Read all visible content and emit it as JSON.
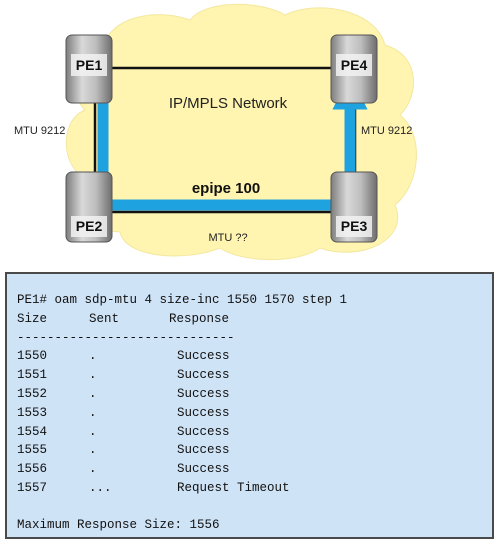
{
  "diagram": {
    "routers": {
      "pe1": "PE1",
      "pe2": "PE2",
      "pe3": "PE3",
      "pe4": "PE4"
    },
    "network_label": "IP/MPLS Network",
    "mtu_left": "MTU 9212",
    "mtu_right": "MTU 9212",
    "mtu_bottom": "MTU ??",
    "service_label": "epipe 100",
    "colors": {
      "cloud": "#fff4b0",
      "service_path": "#1fa3e0",
      "console_bg": "#cfe3f6"
    }
  },
  "console": {
    "command": "PE1# oam sdp-mtu 4 size-inc 1550 1570 step 1",
    "headers": {
      "size": "Size",
      "sent": "Sent",
      "response": "Response"
    },
    "divider": "-----------------------------",
    "rows": [
      {
        "size": "1550",
        "sent": ".",
        "response": "Success"
      },
      {
        "size": "1551",
        "sent": ".",
        "response": "Success"
      },
      {
        "size": "1552",
        "sent": ".",
        "response": "Success"
      },
      {
        "size": "1553",
        "sent": ".",
        "response": "Success"
      },
      {
        "size": "1554",
        "sent": ".",
        "response": "Success"
      },
      {
        "size": "1555",
        "sent": ".",
        "response": "Success"
      },
      {
        "size": "1556",
        "sent": ".",
        "response": "Success"
      },
      {
        "size": "1557",
        "sent": "...",
        "response": "Request Timeout"
      }
    ],
    "summary": "Maximum Response Size: 1556"
  }
}
